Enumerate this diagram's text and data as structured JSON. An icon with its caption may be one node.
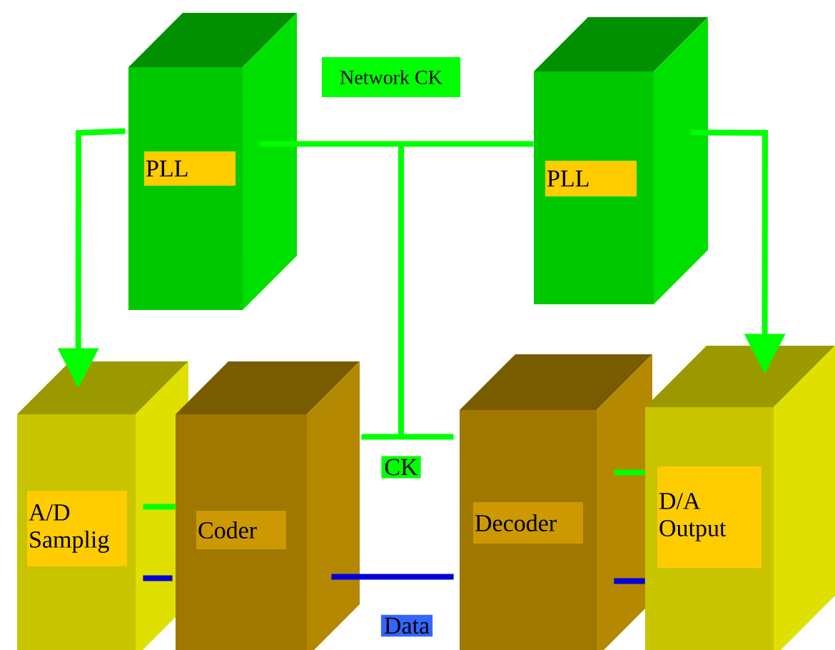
{
  "diagram": {
    "nodes": [
      {
        "text": [
          "PLL"
        ]
      },
      {
        "text": [
          "PLL"
        ]
      },
      {
        "text": [
          "A/D Samplig"
        ]
      },
      {
        "text": [
          "Coder"
        ]
      },
      {
        "text": [
          "Decoder"
        ]
      },
      {
        "text": [
          "D/A Output"
        ]
      }
    ],
    "edges": [
      {
        "from": 0,
        "to": 2,
        "arrow": "to"
      },
      {
        "from": 1,
        "to": 5,
        "arrow": "to"
      },
      {
        "from": 0,
        "to": 1,
        "arrow": "none"
      },
      {
        "from": 3,
        "to": 4,
        "arrow": "none",
        "label": "CK"
      },
      {
        "from": 3,
        "to": 4,
        "arrow": "none",
        "label": "Data",
        "color": "#0000dd"
      },
      {
        "from": 2,
        "to": 3,
        "arrow": "none"
      },
      {
        "from": 2,
        "to": 3,
        "arrow": "none",
        "color": "#0000dd"
      },
      {
        "from": 4,
        "to": 5,
        "arrow": "none"
      },
      {
        "from": 4,
        "to": 5,
        "arrow": "none",
        "color": "#0000dd"
      }
    ],
    "labels": [
      "Network CK"
    ]
  }
}
